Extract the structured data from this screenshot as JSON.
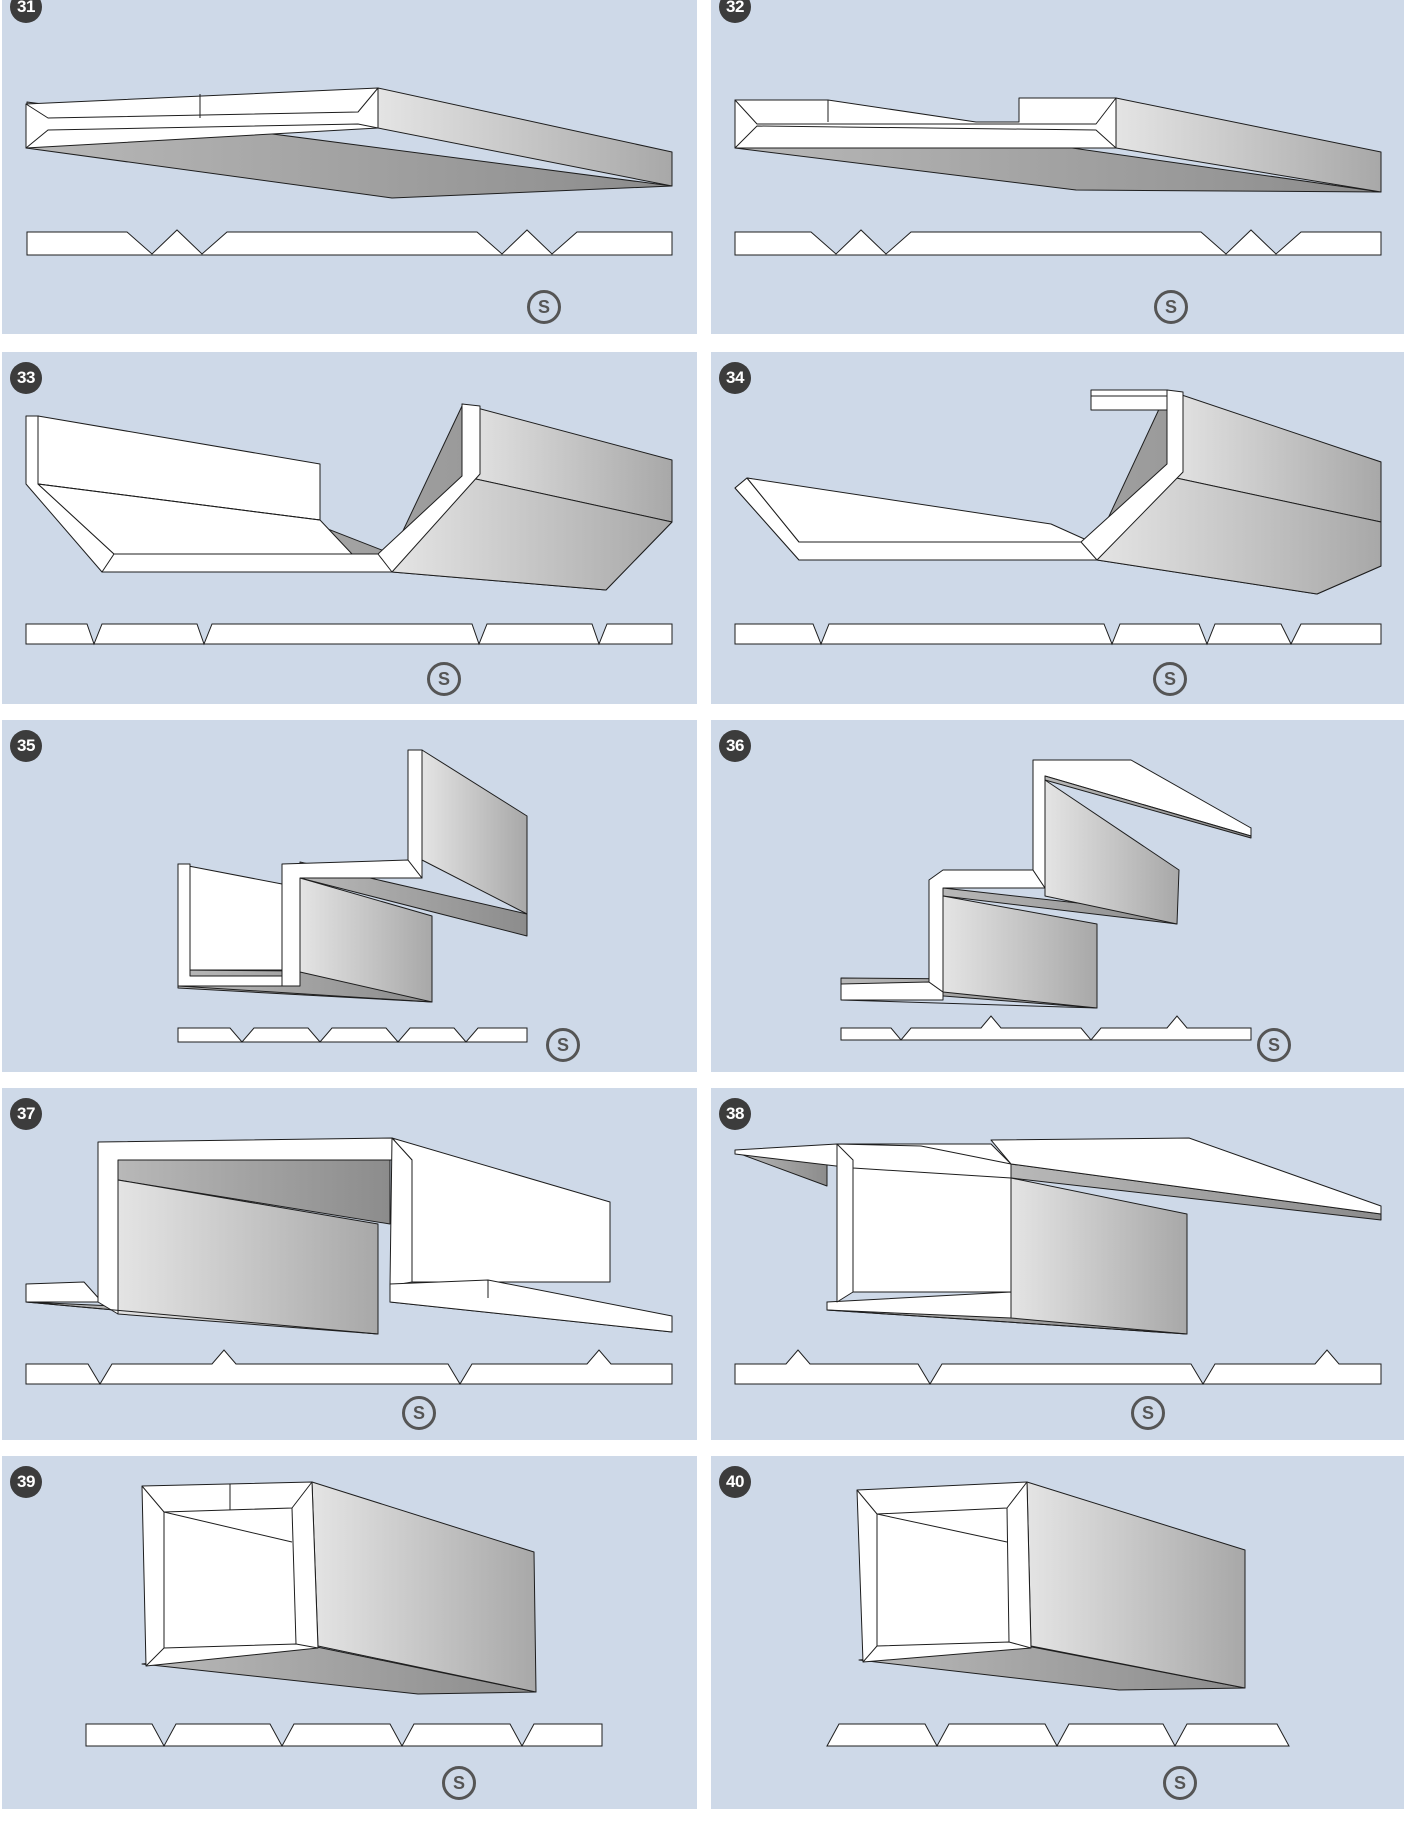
{
  "palette": {
    "panel_background": "#ced9e8",
    "badge_background": "#3c3c3c",
    "shape_white": "#ffffff",
    "shape_shade_light": "#dcdcdc",
    "shape_shade_dark": "#a0a0a0",
    "outline": "#1e1e1e"
  },
  "panels": [
    {
      "number": "31",
      "symbol": "S"
    },
    {
      "number": "32",
      "symbol": "S"
    },
    {
      "number": "33",
      "symbol": "S"
    },
    {
      "number": "34",
      "symbol": "S"
    },
    {
      "number": "35",
      "symbol": "S"
    },
    {
      "number": "36",
      "symbol": "S"
    },
    {
      "number": "37",
      "symbol": "S"
    },
    {
      "number": "38",
      "symbol": "S"
    },
    {
      "number": "39",
      "symbol": "S"
    },
    {
      "number": "40",
      "symbol": "S"
    }
  ]
}
